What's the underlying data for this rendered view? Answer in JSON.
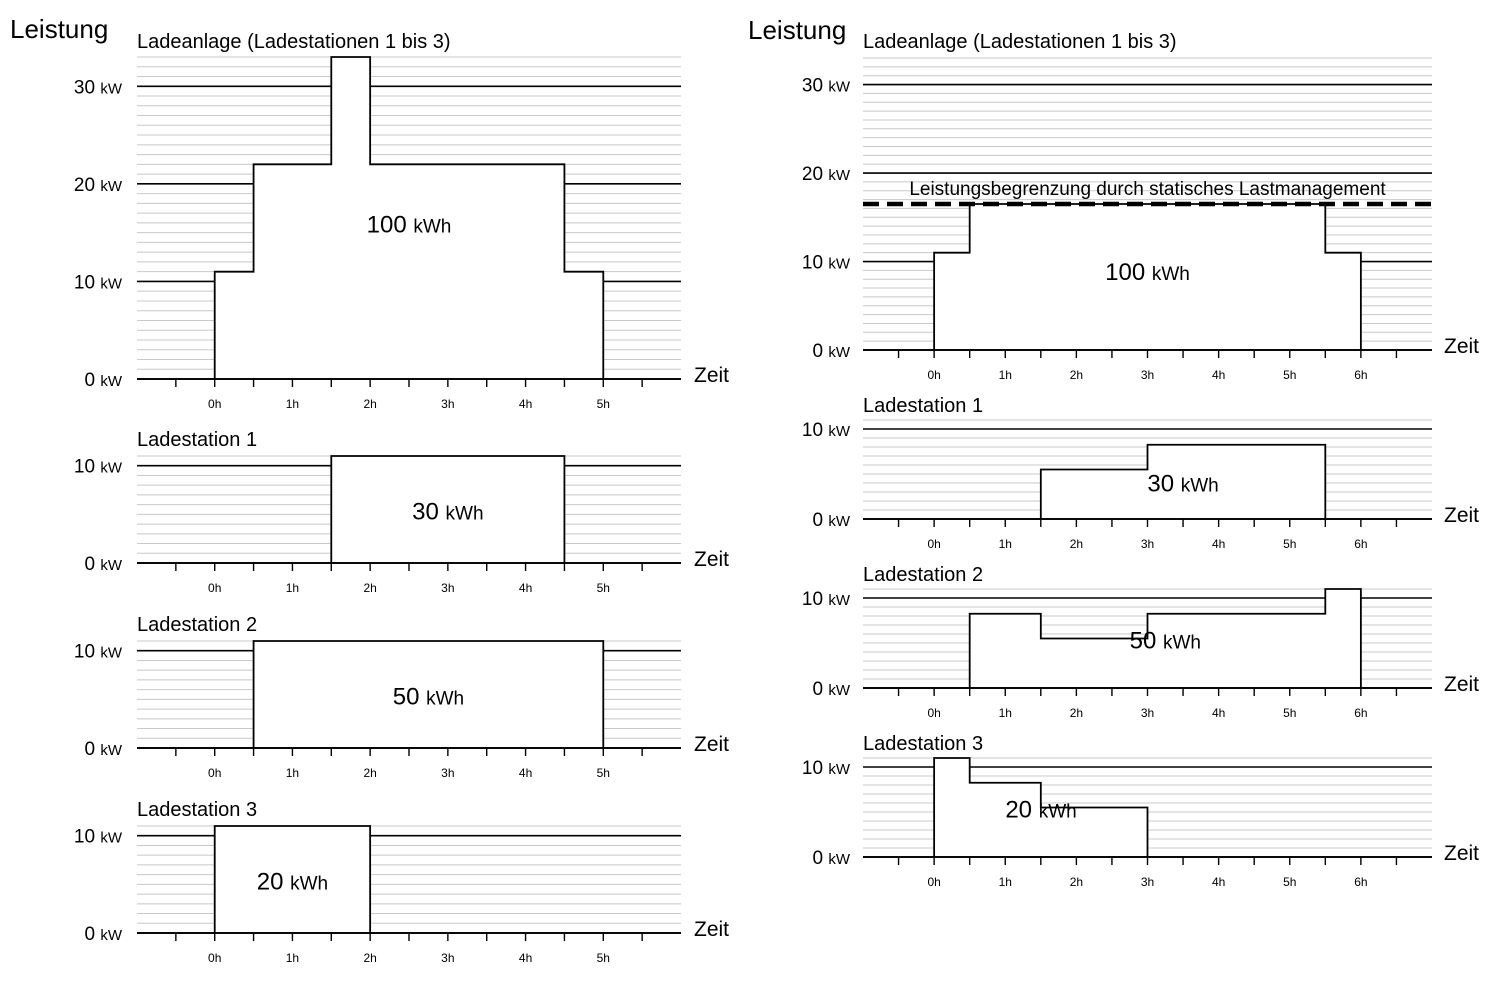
{
  "labels": {
    "y_axis_title": "Leistung",
    "x_axis_label": "Zeit"
  },
  "chart_data": [
    {
      "type": "area",
      "group": "left",
      "title": "Ladeanlage (Ladestationen 1 bis 3)",
      "xlabel": "Zeit",
      "ylabel": "Leistung",
      "yticks": [
        {
          "num": "0",
          "unit": "kW"
        },
        {
          "num": "10",
          "unit": "kW"
        },
        {
          "num": "20",
          "unit": "kW"
        },
        {
          "num": "30",
          "unit": "kW"
        }
      ],
      "xticks": [
        "0h",
        "1h",
        "2h",
        "3h",
        "4h",
        "5h"
      ],
      "xlim": [
        -1,
        6
      ],
      "ylim": [
        0,
        33
      ],
      "grid": true,
      "step": {
        "x": [
          -1,
          0,
          0.5,
          1.5,
          2,
          4.5,
          5,
          6
        ],
        "y": [
          0,
          11,
          22,
          33,
          22,
          11,
          0
        ]
      },
      "energy": {
        "num": "100",
        "unit": "kWh"
      }
    },
    {
      "type": "area",
      "group": "left",
      "title": "Ladestation 1",
      "xlabel": "Zeit",
      "yticks": [
        {
          "num": "0",
          "unit": "kW"
        },
        {
          "num": "10",
          "unit": "kW"
        }
      ],
      "xticks": [
        "0h",
        "1h",
        "2h",
        "3h",
        "4h",
        "5h"
      ],
      "xlim": [
        -1,
        6
      ],
      "ylim": [
        0,
        11
      ],
      "grid": true,
      "step": {
        "x": [
          -1,
          1.5,
          4.5,
          6
        ],
        "y": [
          0,
          11,
          0
        ]
      },
      "energy": {
        "num": "30",
        "unit": "kWh"
      }
    },
    {
      "type": "area",
      "group": "left",
      "title": "Ladestation 2",
      "xlabel": "Zeit",
      "yticks": [
        {
          "num": "0",
          "unit": "kW"
        },
        {
          "num": "10",
          "unit": "kW"
        }
      ],
      "xticks": [
        "0h",
        "1h",
        "2h",
        "3h",
        "4h",
        "5h"
      ],
      "xlim": [
        -1,
        6
      ],
      "ylim": [
        0,
        11
      ],
      "grid": true,
      "step": {
        "x": [
          -1,
          0.5,
          5,
          6
        ],
        "y": [
          0,
          11,
          0
        ]
      },
      "energy": {
        "num": "50",
        "unit": "kWh"
      }
    },
    {
      "type": "area",
      "group": "left",
      "title": "Ladestation 3",
      "xlabel": "Zeit",
      "yticks": [
        {
          "num": "0",
          "unit": "kW"
        },
        {
          "num": "10",
          "unit": "kW"
        }
      ],
      "xticks": [
        "0h",
        "1h",
        "2h",
        "3h",
        "4h",
        "5h"
      ],
      "xlim": [
        -1,
        6
      ],
      "ylim": [
        0,
        11
      ],
      "grid": true,
      "step": {
        "x": [
          -1,
          0,
          2,
          6
        ],
        "y": [
          0,
          11,
          0
        ]
      },
      "energy": {
        "num": "20",
        "unit": "kWh"
      }
    },
    {
      "type": "area",
      "group": "right",
      "title": "Ladeanlage (Ladestationen 1 bis 3)",
      "xlabel": "Zeit",
      "ylabel": "Leistung",
      "yticks": [
        {
          "num": "0",
          "unit": "kW"
        },
        {
          "num": "10",
          "unit": "kW"
        },
        {
          "num": "20",
          "unit": "kW"
        },
        {
          "num": "30",
          "unit": "kW"
        }
      ],
      "xticks": [
        "0h",
        "1h",
        "2h",
        "3h",
        "4h",
        "5h",
        "6h"
      ],
      "xlim": [
        -1,
        7
      ],
      "ylim": [
        0,
        33
      ],
      "grid": true,
      "step": {
        "x": [
          -1,
          0,
          0.5,
          5.5,
          6,
          7
        ],
        "y": [
          0,
          11,
          16.5,
          11,
          0
        ]
      },
      "limit": {
        "value": 16.5,
        "label": "Leistungsbegrenzung durch statisches Lastmanagement"
      },
      "energy": {
        "num": "100",
        "unit": "kWh"
      }
    },
    {
      "type": "area",
      "group": "right",
      "title": "Ladestation 1",
      "xlabel": "Zeit",
      "yticks": [
        {
          "num": "0",
          "unit": "kW"
        },
        {
          "num": "10",
          "unit": "kW"
        }
      ],
      "xticks": [
        "0h",
        "1h",
        "2h",
        "3h",
        "4h",
        "5h",
        "6h"
      ],
      "xlim": [
        -1,
        7
      ],
      "ylim": [
        0,
        11
      ],
      "grid": true,
      "step": {
        "x": [
          -1,
          1.5,
          3,
          5.5,
          7
        ],
        "y": [
          0,
          5.5,
          8.25,
          0
        ]
      },
      "energy": {
        "num": "30",
        "unit": "kWh"
      }
    },
    {
      "type": "area",
      "group": "right",
      "title": "Ladestation 2",
      "xlabel": "Zeit",
      "yticks": [
        {
          "num": "0",
          "unit": "kW"
        },
        {
          "num": "10",
          "unit": "kW"
        }
      ],
      "xticks": [
        "0h",
        "1h",
        "2h",
        "3h",
        "4h",
        "5h",
        "6h"
      ],
      "xlim": [
        -1,
        7
      ],
      "ylim": [
        0,
        11
      ],
      "grid": true,
      "step": {
        "x": [
          -1,
          0.5,
          1.5,
          3,
          5.5,
          6,
          7
        ],
        "y": [
          0,
          8.25,
          5.5,
          8.25,
          11,
          0
        ]
      },
      "energy": {
        "num": "50",
        "unit": "kWh"
      }
    },
    {
      "type": "area",
      "group": "right",
      "title": "Ladestation 3",
      "xlabel": "Zeit",
      "yticks": [
        {
          "num": "0",
          "unit": "kW"
        },
        {
          "num": "10",
          "unit": "kW"
        }
      ],
      "xticks": [
        "0h",
        "1h",
        "2h",
        "3h",
        "4h",
        "5h",
        "6h"
      ],
      "xlim": [
        -1,
        7
      ],
      "ylim": [
        0,
        11
      ],
      "grid": true,
      "step": {
        "x": [
          -1,
          0,
          0.5,
          1.5,
          3,
          7
        ],
        "y": [
          0,
          11,
          8.25,
          5.5,
          0
        ]
      },
      "energy": {
        "num": "20",
        "unit": "kWh"
      }
    }
  ]
}
